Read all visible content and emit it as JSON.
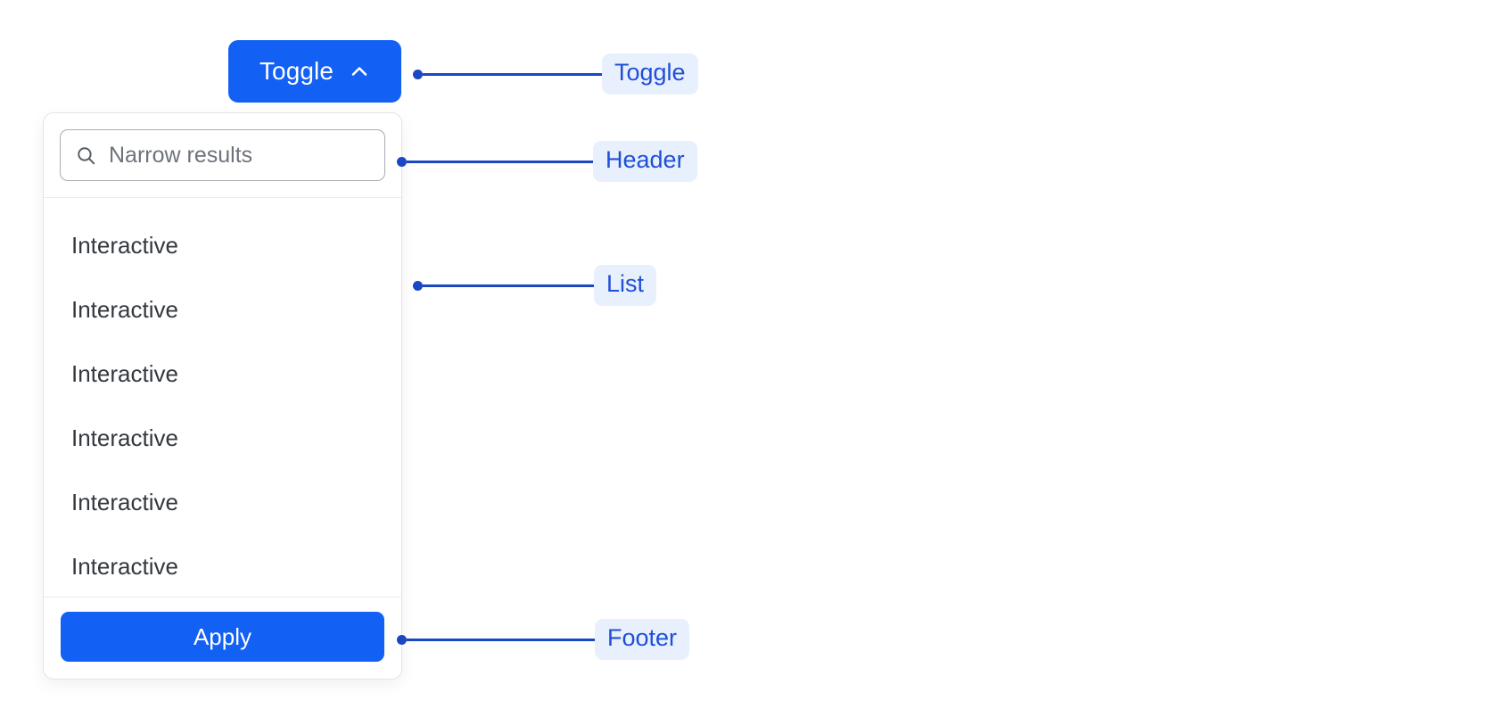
{
  "toggle": {
    "label": "Toggle",
    "icon": "chevron-up-icon"
  },
  "panel": {
    "header": {
      "search": {
        "icon": "search-icon",
        "placeholder": "Narrow results",
        "value": ""
      }
    },
    "list": {
      "items": [
        {
          "label": "Interactive"
        },
        {
          "label": "Interactive"
        },
        {
          "label": "Interactive"
        },
        {
          "label": "Interactive"
        },
        {
          "label": "Interactive"
        },
        {
          "label": "Interactive"
        }
      ]
    },
    "footer": {
      "apply_label": "Apply"
    }
  },
  "annotations": [
    {
      "label": "Toggle"
    },
    {
      "label": "Header"
    },
    {
      "label": "List"
    },
    {
      "label": "Footer"
    }
  ],
  "colors": {
    "accent": "#1260f4",
    "annotation_line": "#1a47c4",
    "annotation_badge_bg": "#e9f0fd",
    "annotation_badge_text": "#1f4fd8",
    "panel_border": "#e2e4e9",
    "list_text": "#333941",
    "placeholder_text": "#6e727c"
  }
}
